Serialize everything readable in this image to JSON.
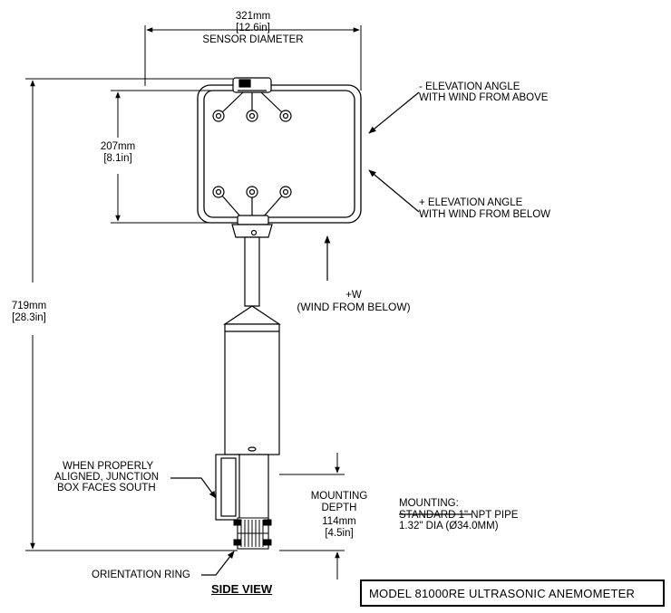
{
  "dimensions": {
    "sensor_diameter": {
      "mm": "321mm",
      "in": "[12.6in]",
      "label": "SENSOR DIAMETER"
    },
    "head_height": {
      "mm": "207mm",
      "in": "[8.1in]"
    },
    "overall_height": {
      "mm": "719mm",
      "in": "[28.3in]"
    },
    "mounting_depth": {
      "line1": "MOUNTING",
      "line2": "DEPTH",
      "mm": "114mm",
      "in": "[4.5in]"
    }
  },
  "annotations": {
    "elevation_neg": {
      "line1": "- ELEVATION ANGLE",
      "line2": "WITH WIND FROM ABOVE"
    },
    "elevation_pos": {
      "line1": "+ ELEVATION ANGLE",
      "line2": "WITH WIND FROM BELOW"
    },
    "wind": {
      "line1": "+W",
      "line2": "(WIND FROM BELOW)"
    },
    "junction": {
      "line1": "WHEN PROPERLY",
      "line2": "ALIGNED, JUNCTION",
      "line3": "BOX FACES SOUTH"
    },
    "mounting": {
      "line1": "MOUNTING:",
      "line2": "STANDARD 1\" NPT PIPE",
      "line3": "1.32\" DIA (Ø34.0MM)"
    },
    "orientation_ring": "ORIENTATION RING"
  },
  "view_title": "SIDE VIEW",
  "model_title": "MODEL 81000RE ULTRASONIC ANEMOMETER"
}
